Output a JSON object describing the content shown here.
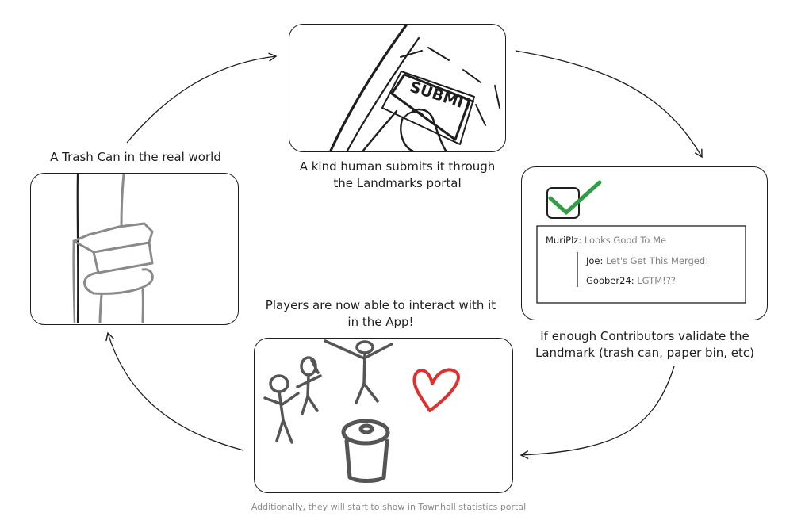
{
  "steps": {
    "real_world": "A Trash Can in the real world",
    "submit_line1": "A kind human submits it through",
    "submit_line2": "the Landmarks portal",
    "validate_line1": "If enough Contributors validate the",
    "validate_line2": "Landmark (trash can, paper bin, etc)",
    "players_line1": "Players are now able to interact with it",
    "players_line2": "in the App!"
  },
  "submit_sign": "SUBMIT",
  "review": {
    "comments": [
      {
        "author": "MuriPlz:",
        "text": "Looks Good To Me"
      },
      {
        "author": "Joe:",
        "text": "Let's Get This Merged!"
      },
      {
        "author": "Goober24:",
        "text": "LGTM!??"
      }
    ]
  },
  "footnote": "Additionally, they will start to show in Townhall statistics portal",
  "colors": {
    "check": "#2f9e44",
    "heart": "#e03131",
    "stroke": "#1e1e1e",
    "gray": "#8a8a8a"
  }
}
